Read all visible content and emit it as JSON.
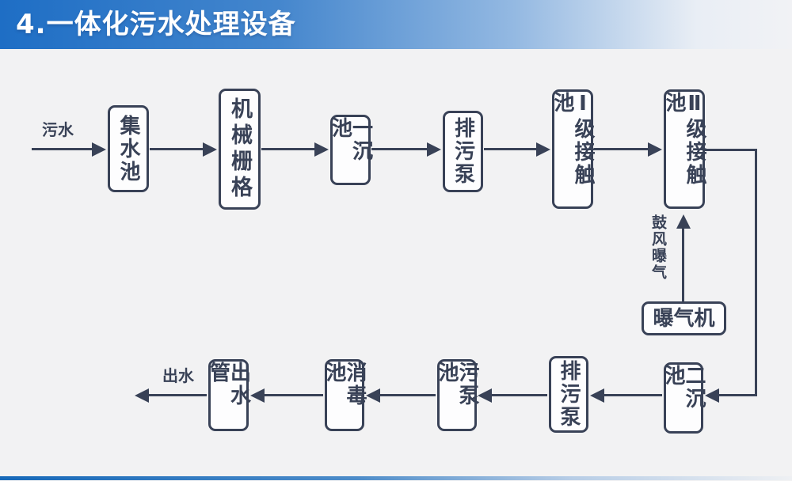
{
  "header": {
    "title": "4.一体化污水处理设备"
  },
  "flow": {
    "inlet_label": "污水",
    "outlet_label": "出水",
    "aeration_label": "鼓风曝气",
    "top_row": [
      {
        "id": "collection-tank",
        "label": "集水池"
      },
      {
        "id": "mechanical-grid",
        "label": "机械栅格"
      },
      {
        "id": "primary-sedimentation-tank",
        "label": "一沉池"
      },
      {
        "id": "sewage-pump",
        "label": "排污泵"
      },
      {
        "id": "stage1-contact-tank",
        "label": "Ⅰ级接触池"
      },
      {
        "id": "stage2-contact-tank",
        "label": "Ⅱ级接触池"
      }
    ],
    "bottom_row": [
      {
        "id": "secondary-sedimentation-tank",
        "label": "二沉池"
      },
      {
        "id": "sewage-pump-2",
        "label": "排污泵"
      },
      {
        "id": "sludge-pump-tank",
        "label": "污泵池"
      },
      {
        "id": "disinfection-tank",
        "label": "消毒池"
      },
      {
        "id": "outlet-pipe",
        "label": "出水管"
      }
    ],
    "aerator": {
      "label": "曝气机"
    }
  },
  "colors": {
    "ink": "#394257",
    "node_fill": "#fdfdfe",
    "background": "#f2f2f3",
    "header_blue_start": "#1e6ec5",
    "header_blue_end": "#f1f2f5",
    "footer_blue": "#1769b9",
    "title_text": "#ffffff"
  }
}
